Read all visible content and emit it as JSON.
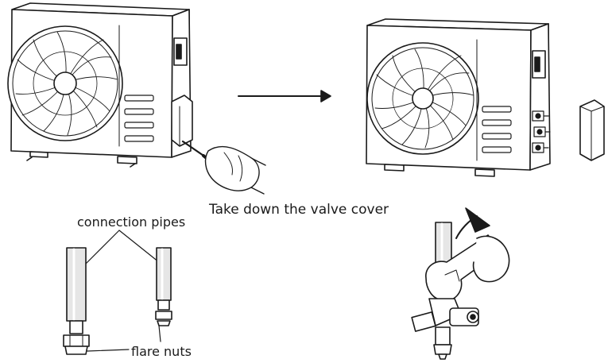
{
  "caption": "Take down the valve cover",
  "labels": {
    "connection_pipes": "connection pipes",
    "flare_nuts": "flare nuts"
  },
  "colors": {
    "line": "#1a1a1a",
    "pipe_fill": "#e6e6e6",
    "background": "#ffffff"
  }
}
